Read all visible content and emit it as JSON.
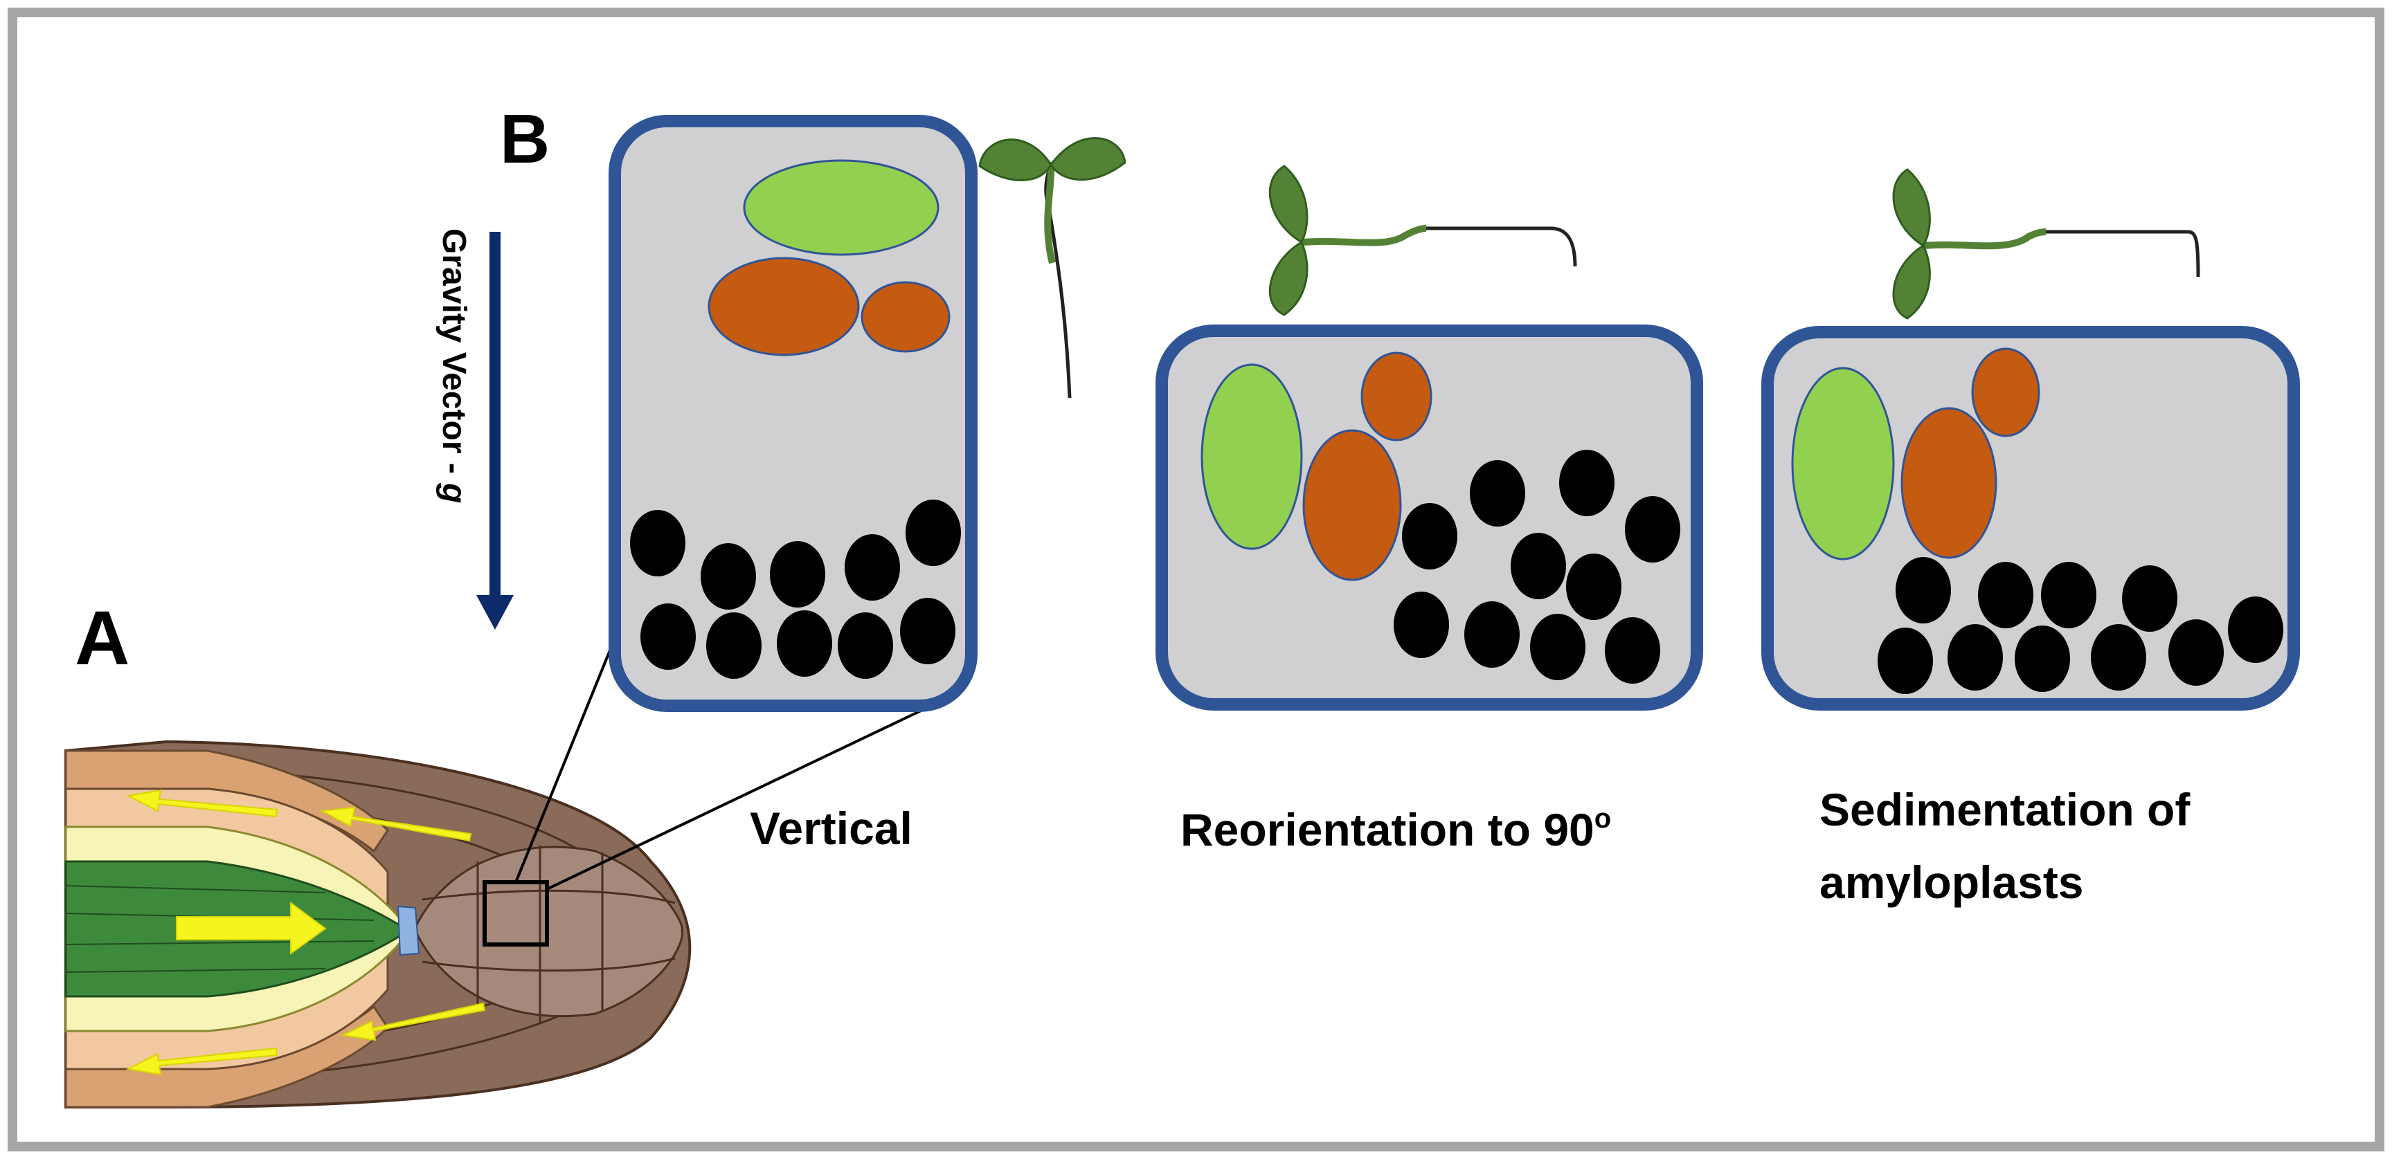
{
  "panel_labels": {
    "a": "A",
    "b": "B"
  },
  "gravity": {
    "label": "Gravity Vector - ",
    "symbol": "g"
  },
  "stages": [
    {
      "caption_lines": [
        "Vertical"
      ]
    },
    {
      "caption_lines": [
        "Reorientation to 90",
        "o"
      ]
    },
    {
      "caption_lines": [
        "Sedimentation of",
        "amyloplasts"
      ]
    }
  ],
  "colors": {
    "frame": "#a6a6a6",
    "cell_fill": "#d0cfd1",
    "cell_border": "#2f5597",
    "nucleus": "#92d050",
    "organelle": "#c55a11",
    "amyloplast": "#000000",
    "gravity_arrow": "#0d2a6b",
    "leaf": "#548235",
    "root_cap": "#a5897a",
    "stele": "#3d8a3d",
    "arrow_yellow": "#f6f41f"
  }
}
